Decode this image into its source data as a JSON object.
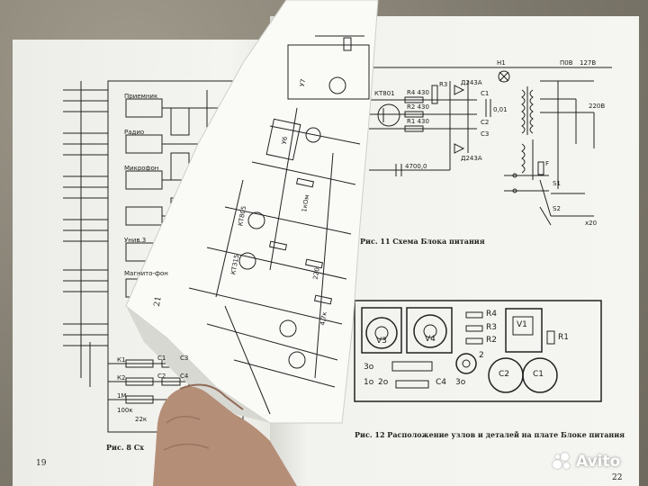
{
  "left_page": {
    "caption": "Рис. 8 Сх",
    "page_number": "19",
    "labels": [
      "Приемник",
      "Радио",
      "Микрофон",
      "Унив.3",
      "Магнито-фон",
      "К1",
      "К2",
      "С1",
      "С2",
      "С3",
      "С4",
      "1М",
      "100к",
      "22к"
    ]
  },
  "folded_page": {
    "page_number": "21",
    "labels": [
      "У6",
      "У7",
      "КТ805",
      "КТ315",
      "1кОм",
      "220",
      "4,7к"
    ]
  },
  "right_page": {
    "schematic_caption": "Рис. 11 Схема Блока питания",
    "layout_caption": "Рис. 12 Расположение узлов и деталей на плате Блоке питания",
    "page_number": "22",
    "schematic_labels": [
      "Н1",
      "П0В",
      "127В",
      "220В",
      "R4 430",
      "R2 430",
      "R1 430",
      "R3",
      "КТ801",
      "Д243А",
      "С1",
      "С2",
      "0,01",
      "С3",
      "4700,0",
      "Д243А",
      "S1",
      "S2",
      "х20",
      "F"
    ],
    "board_labels": {
      "resistors": [
        "R4",
        "R3",
        "R2",
        "R1"
      ],
      "transistors": [
        "V3",
        "V4"
      ],
      "relay": "V1",
      "caps": [
        "С2",
        "С1"
      ],
      "small": [
        "2",
        "3о",
        "1о",
        "2о",
        "3о",
        "С4"
      ]
    }
  },
  "watermark": {
    "brand": "Avito",
    "colors": [
      "#ffffff"
    ]
  }
}
